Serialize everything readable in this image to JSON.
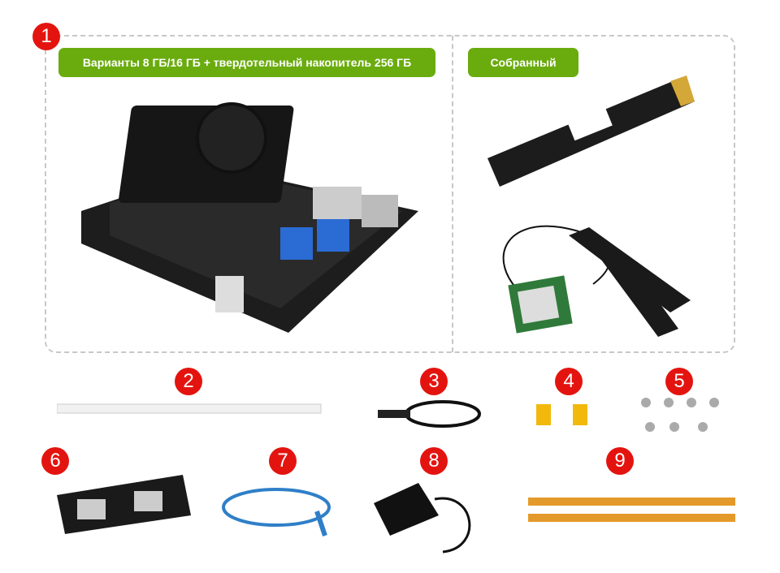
{
  "labels": {
    "variants": "Варианты 8 ГБ/16 ГБ + твердотельный накопитель 256 ГБ",
    "assembled": "Собранный"
  },
  "numbers": [
    "1",
    "2",
    "3",
    "4",
    "5",
    "6",
    "7",
    "8",
    "9"
  ],
  "colors": {
    "badge": "#e3140f",
    "label": "#6aac0e",
    "frame": "#c8c8c8"
  }
}
